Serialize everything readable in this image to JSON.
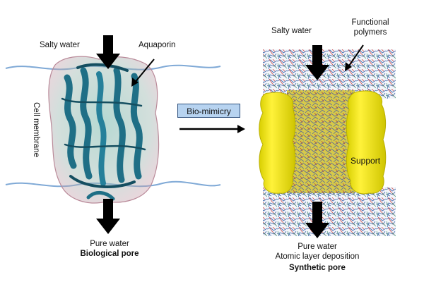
{
  "biological": {
    "label_salty_water": "Salty water",
    "label_aquaporin": "Aquaporin",
    "label_cell_membrane": "Cell membrane",
    "label_pure_water": "Pure water",
    "label_caption": "Biological pore"
  },
  "bio_mimicry_label": "Bio-mimicry",
  "synthetic": {
    "label_salty_water": "Salty water",
    "label_functional_line1": "Functional",
    "label_functional_line2": "polymers",
    "label_support": "Support",
    "label_pure_water": "Pure water",
    "label_ald": "Atomic layer deposition",
    "label_caption": "Synthetic pore"
  },
  "colors": {
    "membrane_line": "#7fa9d6",
    "protein": "#1f6f86",
    "protein_dark": "#144e60",
    "surface": "#6aa9a0",
    "support": "#f2ea1a",
    "arrow": "#000000",
    "box_fill": "#b7d3f0"
  }
}
